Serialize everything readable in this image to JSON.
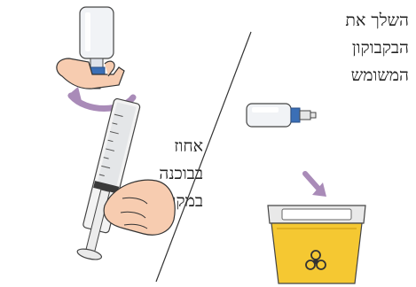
{
  "captions": {
    "dispose": [
      "השלך את",
      "הבקבוקון",
      "המשומש"
    ],
    "hold": [
      "אחוז",
      "בבוכנה",
      "במקומה"
    ]
  },
  "icons": {
    "hold_panel": "hand-holding-syringe-with-vial-icon",
    "twist_arrow": "twist-arrow-icon",
    "vial": "used-vial-icon",
    "down_arrow": "down-arrow-icon",
    "container": "sharps-container-icon",
    "biohazard": "biohazard-icon"
  },
  "colors": {
    "container_yellow": "#f5c832",
    "arrow_purple": "#a98bb8",
    "skin": "#f7ccb0",
    "vial_blue": "#3b6fb6"
  }
}
